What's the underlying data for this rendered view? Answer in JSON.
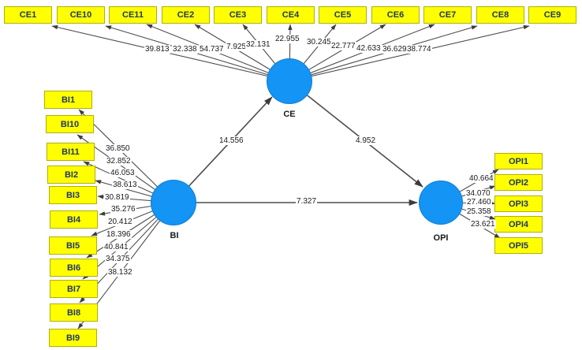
{
  "model": {
    "title": "PLS-SEM bootstrapping path diagram",
    "constructs": [
      {
        "id": "CE",
        "label": "CE"
      },
      {
        "id": "BI",
        "label": "BI"
      },
      {
        "id": "OPI",
        "label": "OPI"
      }
    ],
    "ce_indicators": [
      {
        "label": "CE1",
        "value": "39.813"
      },
      {
        "label": "CE10",
        "value": "32.338"
      },
      {
        "label": "CE11",
        "value": "54.737"
      },
      {
        "label": "CE2",
        "value": "7.925"
      },
      {
        "label": "CE3",
        "value": "32.131"
      },
      {
        "label": "CE4",
        "value": "22.955"
      },
      {
        "label": "CE5",
        "value": "30.245"
      },
      {
        "label": "CE6",
        "value": "22.777"
      },
      {
        "label": "CE7",
        "value": "42.633"
      },
      {
        "label": "CE8",
        "value": "36.629"
      },
      {
        "label": "CE9",
        "value": "38.774"
      }
    ],
    "bi_indicators": [
      {
        "label": "BI1",
        "value": "36.850"
      },
      {
        "label": "BI10",
        "value": "32.852"
      },
      {
        "label": "BI11",
        "value": "46.053"
      },
      {
        "label": "BI2",
        "value": "38.613"
      },
      {
        "label": "BI3",
        "value": "30.819"
      },
      {
        "label": "BI4",
        "value": "35.276"
      },
      {
        "label": "BI5",
        "value": "20.412"
      },
      {
        "label": "BI6",
        "value": "18.396"
      },
      {
        "label": "BI7",
        "value": "40.841"
      },
      {
        "label": "BI8",
        "value": "34.375"
      },
      {
        "label": "BI9",
        "value": "38.132"
      }
    ],
    "opi_indicators": [
      {
        "label": "OPI1",
        "value": "40.664"
      },
      {
        "label": "OPI2",
        "value": "34.070"
      },
      {
        "label": "OPI3",
        "value": "27.460"
      },
      {
        "label": "OPI4",
        "value": "25.358"
      },
      {
        "label": "OPI5",
        "value": "23.621"
      }
    ],
    "paths": [
      {
        "from": "BI",
        "to": "CE",
        "value": "14.556"
      },
      {
        "from": "CE",
        "to": "OPI",
        "value": "4.952"
      },
      {
        "from": "BI",
        "to": "OPI",
        "value": "7.327"
      }
    ]
  },
  "colors": {
    "indicator_fill": "#ffff00",
    "indicator_border": "#b0b000",
    "construct_fill": "#1494f4",
    "arrow": "#4d4d4d",
    "indicator_text": "#203864"
  }
}
